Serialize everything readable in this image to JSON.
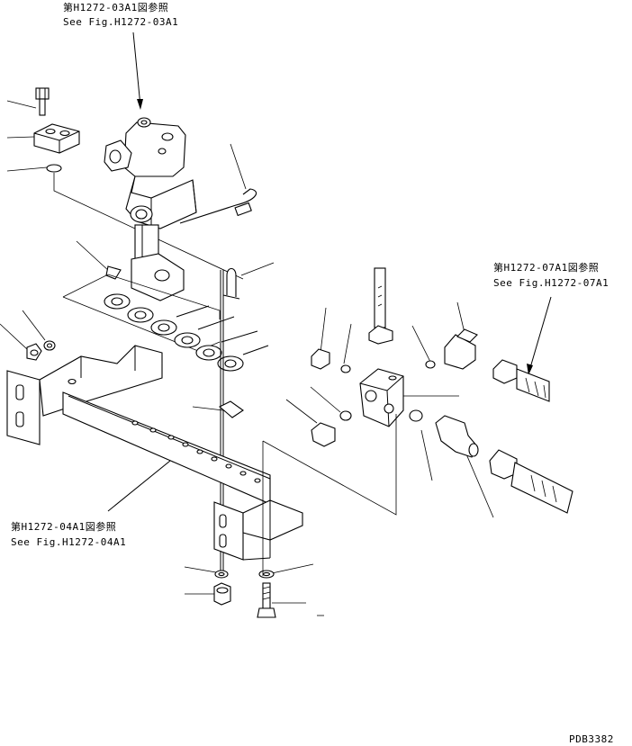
{
  "references": {
    "top": {
      "jp": "第H1272-03A1図参照",
      "en": "See Fig.H1272-03A1"
    },
    "right": {
      "jp": "第H1272-07A1図参照",
      "en": "See Fig.H1272-07A1"
    },
    "bottom": {
      "jp": "第H1272-04A1図参照",
      "en": "See Fig.H1272-04A1"
    }
  },
  "drawing_code": "PDB3382"
}
